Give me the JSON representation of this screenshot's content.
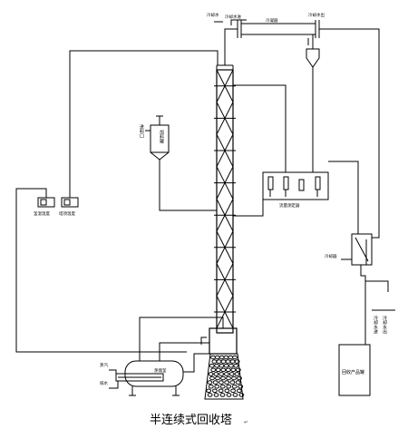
{
  "diagram": {
    "title": "半连续式回收塔",
    "title_mark": "↵",
    "labels": {
      "condenser": "冷凝器",
      "top_pipe": "冷却水进",
      "top_water": "冷却水",
      "feed_tank": "加料罐",
      "feed_tank_side": "进料口",
      "reflux_box": "流量测定器",
      "temp_left": "釜温温度",
      "temp_right": "塔顶温度",
      "receiver_side": "冷却水出",
      "sub_cooler": "冷却器",
      "collector": "回收产品罐",
      "vertical_right_1": "冷却水进",
      "vertical_right_2": "冷却水出",
      "reboiler": "蒸馏釜",
      "steam_in": "蒸汽",
      "condensate": "排水"
    }
  }
}
